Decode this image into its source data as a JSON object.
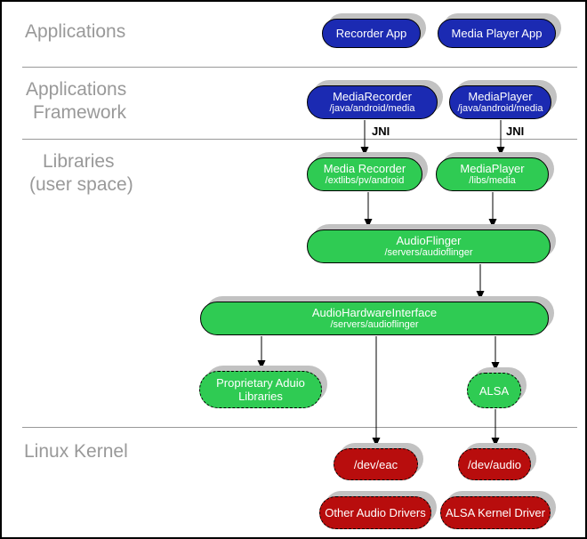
{
  "sections": {
    "applications": "Applications",
    "framework_line1": "Applications",
    "framework_line2": "Framework",
    "libraries_line1": "Libraries",
    "libraries_line2": "(user space)",
    "kernel": "Linux Kernel"
  },
  "jni": {
    "left": "JNI",
    "right": "JNI"
  },
  "nodes": {
    "recorder_app": {
      "title": "Recorder App"
    },
    "media_player_app": {
      "title": "Media Player App"
    },
    "media_recorder_fw": {
      "title": "MediaRecorder",
      "subtitle": "/java/android/media"
    },
    "media_player_fw": {
      "title": "MediaPlayer",
      "subtitle": "/java/android/media"
    },
    "media_recorder_lib": {
      "title": "Media Recorder",
      "subtitle": "/extlibs/pv/android"
    },
    "media_player_lib": {
      "title": "MediaPlayer",
      "subtitle": "/libs/media"
    },
    "audio_flinger": {
      "title": "AudioFlinger",
      "subtitle": "/servers/audioflinger"
    },
    "audio_hw_interface": {
      "title": "AudioHardwareInterface",
      "subtitle": "/servers/audioflinger"
    },
    "proprietary_audio_libs": {
      "title": "Proprietary Aduio Libraries"
    },
    "alsa": {
      "title": "ALSA"
    },
    "dev_eac": {
      "title": "/dev/eac"
    },
    "dev_audio": {
      "title": "/dev/audio"
    },
    "other_audio_drivers": {
      "title": "Other Audio Drivers"
    },
    "alsa_kernel_driver": {
      "title": "ALSA Kernel Driver"
    }
  },
  "colors": {
    "app_blue": "#1b2ab2",
    "lib_green": "#2fcb53",
    "kernel_red": "#b80d0d",
    "shadow_gray": "#c2c2c2",
    "section_label_gray": "#999999",
    "divider_gray": "#999999",
    "connector_black": "#000000"
  }
}
